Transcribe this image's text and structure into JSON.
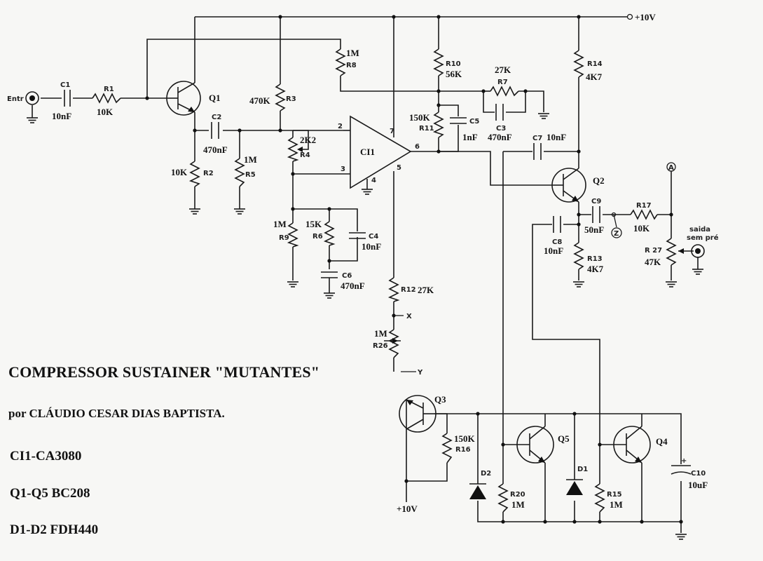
{
  "title": "COMPRESSOR SUSTAINER \"MUTANTES\"",
  "author": "por CLÁUDIO CESAR DIAS BAPTISTA.",
  "parts": [
    "CI1-CA3080",
    "Q1-Q5 BC208",
    "D1-D2 FDH440"
  ],
  "supply": "+10V",
  "supply_bottom": "+10V",
  "input_label": "Entr",
  "output_label_1": "saida",
  "output_label_2": "sem pré",
  "ic_label": "CI1",
  "ic_pins": {
    "p2": "2",
    "p3": "3",
    "p4": "4",
    "p5": "5",
    "p6": "6",
    "p7": "7"
  },
  "test_points": {
    "a": "A",
    "z": "Z",
    "x": "X",
    "y": "Y"
  },
  "components": {
    "C1": {
      "ref": "C1",
      "value": "10nF"
    },
    "R1": {
      "ref": "R1",
      "value": "10K"
    },
    "Q1": {
      "ref": "Q1"
    },
    "C2": {
      "ref": "C2",
      "value": "470nF"
    },
    "R2": {
      "ref": "R2",
      "value": "10K"
    },
    "R5": {
      "ref": "R5",
      "value": "1M"
    },
    "R3": {
      "ref": "R3",
      "value": "470K"
    },
    "R8": {
      "ref": "R8",
      "value": "1M"
    },
    "R4": {
      "ref": "R4",
      "value": "2K2"
    },
    "R9": {
      "ref": "R9",
      "value": "1M"
    },
    "R6": {
      "ref": "R6",
      "value": "15K"
    },
    "C4": {
      "ref": "C4",
      "value": "10nF"
    },
    "C6": {
      "ref": "C6",
      "value": "470nF"
    },
    "R10": {
      "ref": "R10",
      "value": "56K"
    },
    "R11": {
      "ref": "R11",
      "value": "150K"
    },
    "C5": {
      "ref": "C5",
      "value": "1nF"
    },
    "R7": {
      "ref": "R7",
      "value": "27K"
    },
    "C3": {
      "ref": "C3",
      "value": "470nF"
    },
    "R14": {
      "ref": "R14",
      "value": "4K7"
    },
    "C7": {
      "ref": "C7",
      "value": "10nF"
    },
    "Q2": {
      "ref": "Q2"
    },
    "C9": {
      "ref": "C9",
      "value": "50nF"
    },
    "R17": {
      "ref": "R17",
      "value": "10K"
    },
    "R27": {
      "ref": "R 27",
      "value": "47K"
    },
    "C8": {
      "ref": "C8",
      "value": "10nF"
    },
    "R13": {
      "ref": "R13",
      "value": "4K7"
    },
    "R12": {
      "ref": "R12",
      "value": "27K"
    },
    "R26": {
      "ref": "R26",
      "value": "1M"
    },
    "Q3": {
      "ref": "Q3"
    },
    "R16": {
      "ref": "R16",
      "value": "150K"
    },
    "Q5": {
      "ref": "Q5"
    },
    "Q4": {
      "ref": "Q4"
    },
    "D2": {
      "ref": "D2"
    },
    "D1": {
      "ref": "D1"
    },
    "R20": {
      "ref": "R20",
      "value": "1M"
    },
    "R15": {
      "ref": "R15",
      "value": "1M"
    },
    "C10": {
      "ref": "C10",
      "value": "10uF"
    }
  }
}
